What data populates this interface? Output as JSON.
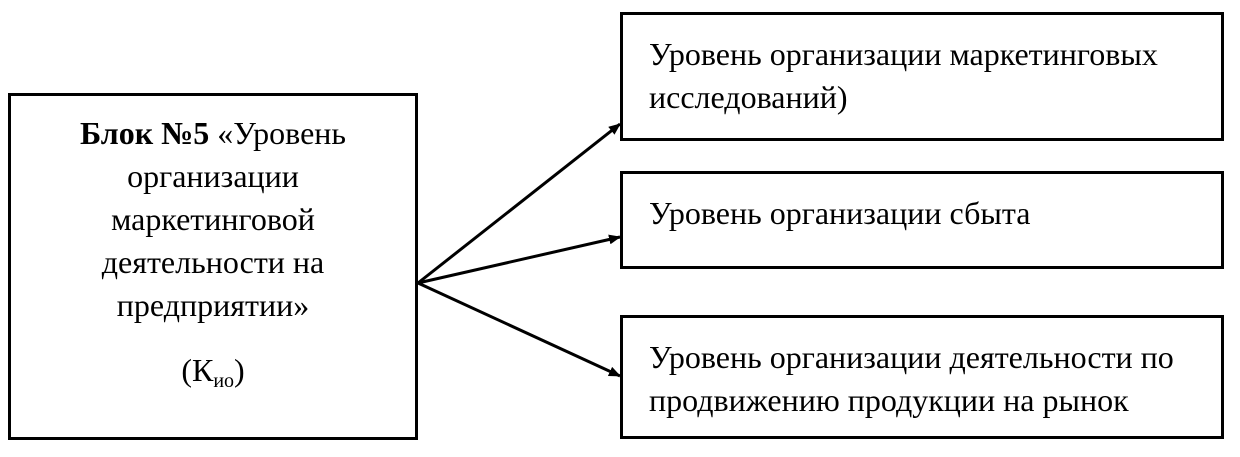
{
  "main_block": {
    "bold_prefix": "Блок №5",
    "text_line1": " «Уровень",
    "text_lines": [
      "организации",
      "маркетинговой",
      "деятельности на",
      "предприятии»"
    ],
    "code_open": "(К",
    "code_sub": "ио",
    "code_close": ")"
  },
  "targets": [
    {
      "label": "Уровень организации маркетинговых исследований)"
    },
    {
      "label": "Уровень организации сбыта"
    },
    {
      "label": "Уровень организации деятельности по продвижению продукции на рынок"
    }
  ]
}
